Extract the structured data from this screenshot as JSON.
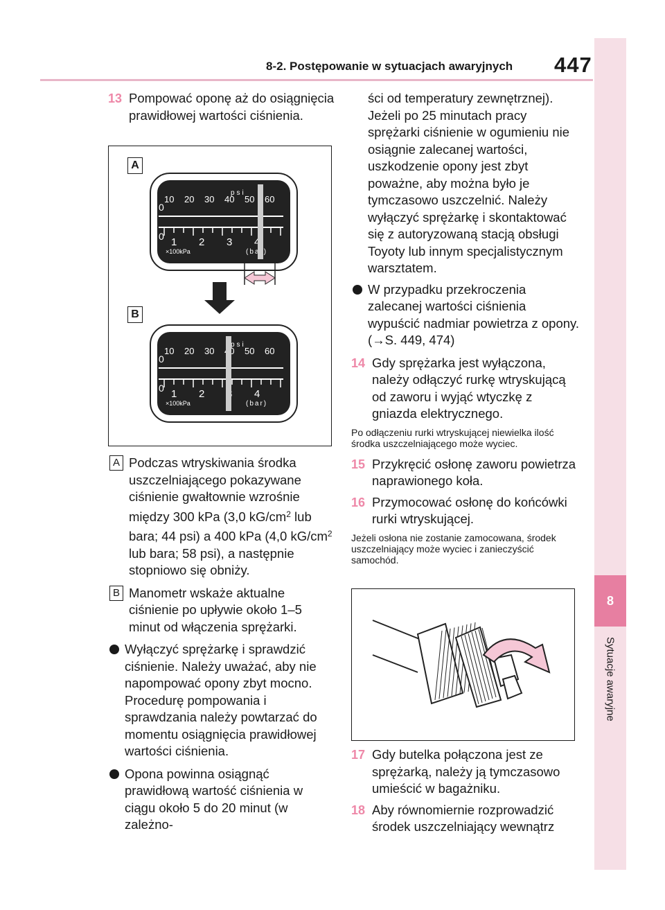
{
  "header": {
    "section": "8-2. Postępowanie w sytuacjach awaryjnych",
    "page": "447"
  },
  "sidetab": {
    "number": "8",
    "label": "Sytuacje awaryjne"
  },
  "step13": {
    "num": "13",
    "text": "Pompować oponę aż do osiągnięcia prawidłowej wartości ciśnienia."
  },
  "figure1": {
    "label_a": "A",
    "label_b": "B",
    "psi_label": "psi",
    "bar_label": "(bar)",
    "kpa_label": "×100kPa",
    "psi_ticks": [
      "10",
      "20",
      "30",
      "40",
      "50",
      "60"
    ],
    "bar_ticks": [
      "1",
      "2",
      "3",
      "4"
    ],
    "zero": "0"
  },
  "note_a": {
    "label": "A",
    "text_1": "Podczas wtryskiwania środka uszczelniającego pokazywane ciśnienie gwałtownie wzrośnie między 300 kPa (3,0 kG/cm",
    "sup_1": "2",
    "text_2": " lub bara; 44 psi) a 400 kPa (4,0 kG/cm",
    "sup_2": "2",
    "text_3": " lub bara; 58 psi), a następnie stopniowo się obniży."
  },
  "note_b": {
    "label": "B",
    "text": "Manometr wskaże aktualne ciśnienie po upływie około 1–5 minut od włączenia sprężarki."
  },
  "bullet1": "Wyłączyć sprężarkę i sprawdzić ciśnienie. Należy uważać, aby nie napompować opony zbyt mocno. Procedurę pompowania i sprawdzania należy powtarzać do momentu osiągnięcia prawidłowej wartości ciśnienia.",
  "bullet2": "Opona powinna osiągnąć prawidłową wartość ciśnienia w ciągu około 5 do 20 minut (w zależno-",
  "right_cont": "ści od temperatury zewnętrznej). Jeżeli po 25 minutach pracy sprężarki ciśnienie w ogumieniu nie osiągnie zalecanej wartości, uszkodzenie opony jest zbyt poważne, aby można było je tymczasowo uszczelnić. Należy wyłączyć sprężarkę i skontaktować się z autoryzowaną stacją obsługi Toyoty lub innym specjalistycznym warsztatem.",
  "bullet3": "W przypadku przekroczenia zalecanej wartości ciśnienia wypuścić nadmiar powietrza z opony. (→S. 449, 474)",
  "step14": {
    "num": "14",
    "text": "Gdy sprężarka jest wyłączona, należy odłączyć rurkę wtryskującą od zaworu i wyjąć wtyczkę z gniazda elektrycznego."
  },
  "note14": "Po odłączeniu rurki wtryskującej niewielka ilość środka uszczelniającego może wyciec.",
  "step15": {
    "num": "15",
    "text": "Przykręcić osłonę zaworu powietrza naprawionego koła."
  },
  "step16": {
    "num": "16",
    "text": "Przymocować osłonę do końcówki rurki wtryskującej."
  },
  "note16": "Jeżeli osłona nie zostanie zamocowana, środek uszczelniający może wyciec i zanieczyścić samochód.",
  "step17": {
    "num": "17",
    "text": "Gdy butelka połączona jest ze sprężarką, należy ją tymczasowo umieścić w bagażniku."
  },
  "step18": {
    "num": "18",
    "text": "Aby równomiernie rozprowadzić środek uszczelniający wewnątrz"
  }
}
